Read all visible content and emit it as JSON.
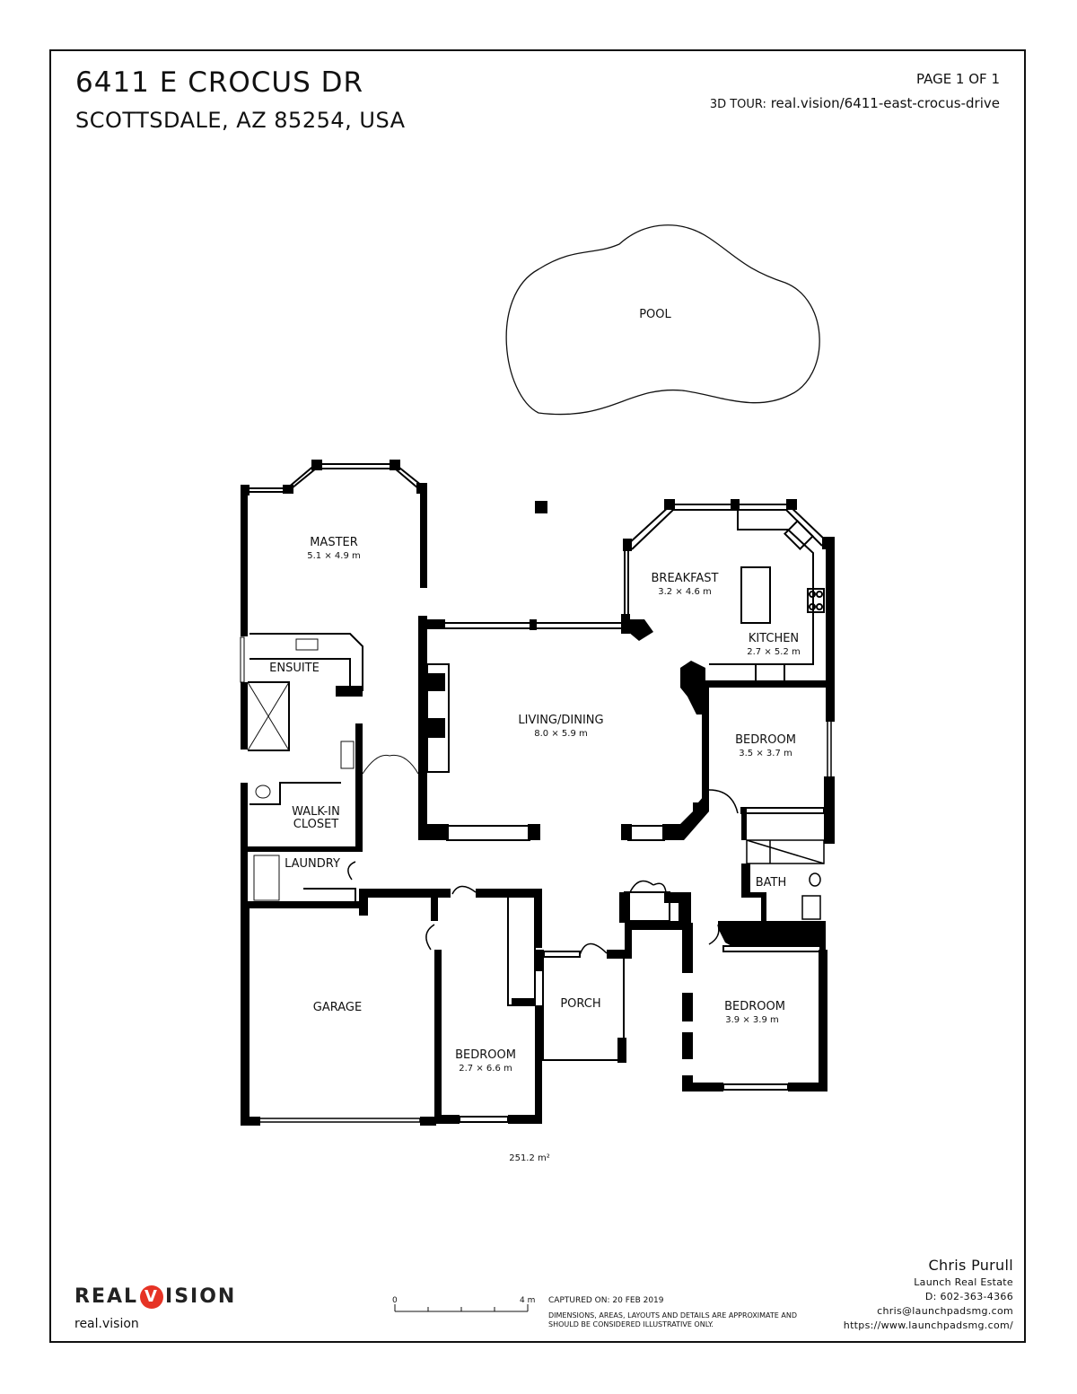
{
  "header": {
    "address_line1": "6411 E CROCUS DR",
    "address_line2": "SCOTTSDALE, AZ 85254, USA",
    "page": "PAGE 1 OF 1",
    "tour_label": "3D TOUR:",
    "tour_url": "real.vision/6411-east-crocus-drive"
  },
  "rooms": {
    "pool": "POOL",
    "master": "MASTER",
    "master_dim": "5.1 × 4.9 m",
    "breakfast": "BREAKFAST",
    "breakfast_dim": "3.2 × 4.6 m",
    "kitchen": "KITCHEN",
    "kitchen_dim": "2.7 × 5.2 m",
    "ensuite": "ENSUITE",
    "living": "LIVING/DINING",
    "living_dim": "8.0 × 5.9 m",
    "bedroom_ne": "BEDROOM",
    "bedroom_ne_dim": "3.5 × 3.7 m",
    "walkin_1": "WALK-IN",
    "walkin_2": "CLOSET",
    "laundry": "LAUNDRY",
    "bath": "BATH",
    "garage": "GARAGE",
    "porch": "PORCH",
    "bedroom_s": "BEDROOM",
    "bedroom_s_dim": "2.7 × 6.6 m",
    "bedroom_se": "BEDROOM",
    "bedroom_se_dim": "3.9 × 3.9 m"
  },
  "total_area": "251.2 m²",
  "footer": {
    "brand_left": "REAL",
    "brand_v": "V",
    "brand_right": "ISION",
    "site": "real.vision",
    "scale_start": "0",
    "scale_end": "4 m",
    "captured": "CAPTURED ON: 20 FEB 2019",
    "disclaimer": "DIMENSIONS, AREAS, LAYOUTS AND DETAILS ARE APPROXIMATE AND SHOULD BE CONSIDERED ILLUSTRATIVE ONLY.",
    "agent_name": "Chris Purull",
    "agency": "Launch Real Estate",
    "phone": "D: 602-363-4366",
    "email": "chris@launchpadsmg.com",
    "website": "https://www.launchpadsmg.com/"
  },
  "colors": {
    "wall": "#000000",
    "brand_red": "#e63325"
  }
}
